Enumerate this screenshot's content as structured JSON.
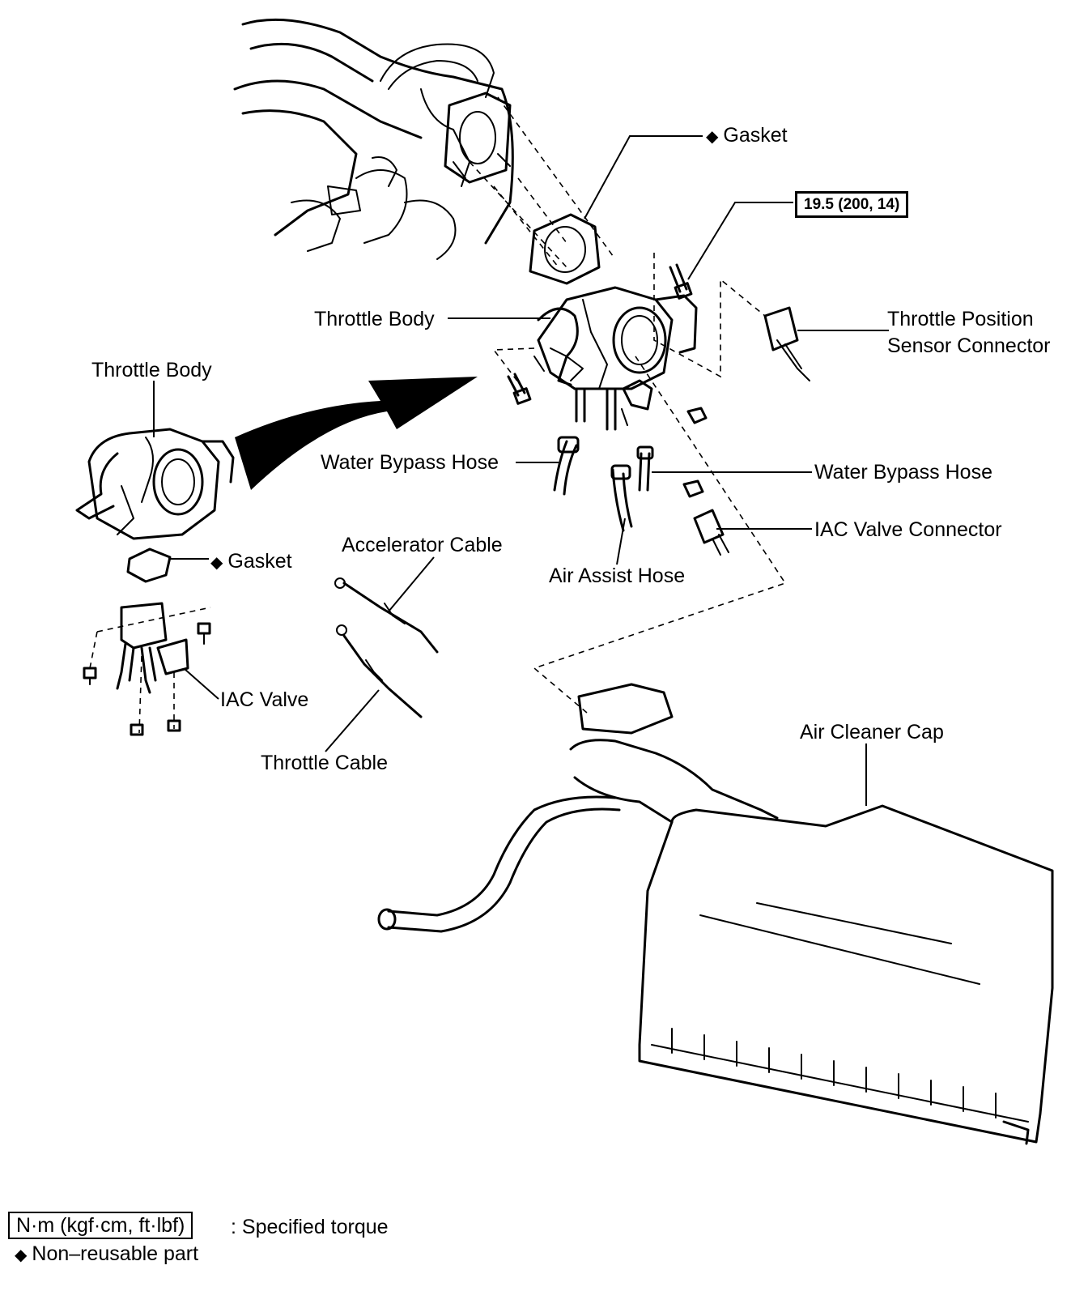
{
  "labels": {
    "gasket_top": "Gasket",
    "torque_value": "19.5 (200, 14)",
    "throttle_body_main": "Throttle Body",
    "tps_connector_line1": "Throttle Position",
    "tps_connector_line2": "Sensor Connector",
    "throttle_body_detail": "Throttle Body",
    "water_bypass_hose_left": "Water Bypass Hose",
    "water_bypass_hose_right": "Water Bypass Hose",
    "iac_valve_connector": "IAC Valve Connector",
    "gasket_small": "Gasket",
    "accelerator_cable": "Accelerator Cable",
    "air_assist_hose": "Air Assist Hose",
    "iac_valve": "IAC Valve",
    "throttle_cable": "Throttle Cable",
    "air_cleaner_cap": "Air Cleaner Cap"
  },
  "legend": {
    "torque_units": "N·m (kgf·cm, ft·lbf)",
    "torque_desc": ": Specified torque",
    "non_reusable_desc": "Non–reusable part"
  },
  "symbols": {
    "non_reusable": "◆"
  },
  "colors": {
    "ink": "#000000",
    "background": "#ffffff"
  }
}
